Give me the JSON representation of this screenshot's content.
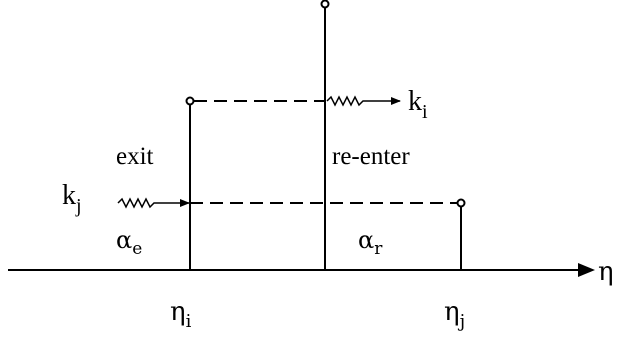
{
  "labels": {
    "exit": "exit",
    "reenter": "re-enter",
    "k_i": {
      "base": "k",
      "sub": "i"
    },
    "k_j": {
      "base": "k",
      "sub": "j"
    },
    "alpha_e": {
      "base": "α",
      "sub": "e"
    },
    "alpha_r": {
      "base": "α",
      "sub": "r"
    },
    "eta_i": {
      "base": "η",
      "sub": "i"
    },
    "eta_j": {
      "base": "η",
      "sub": "j"
    },
    "eta_axis": "η"
  },
  "colors": {
    "stroke": "#000000",
    "background": "#ffffff"
  }
}
